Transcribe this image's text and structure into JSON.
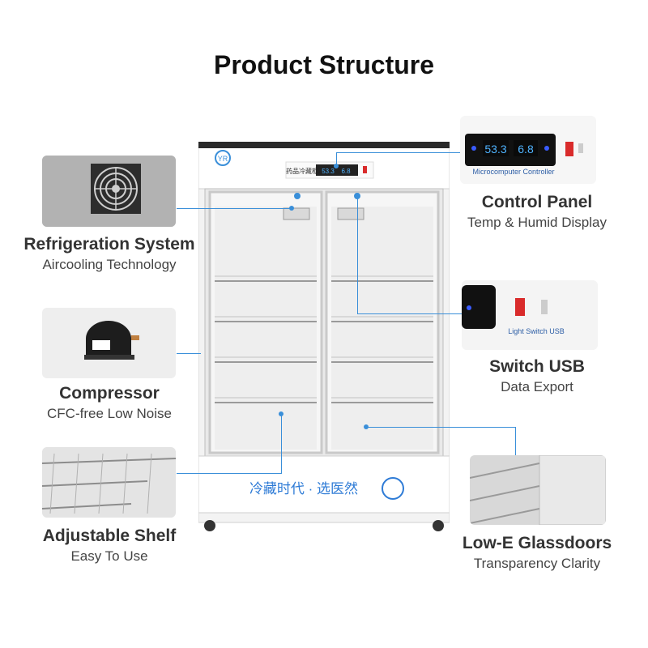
{
  "title": "Product Structure",
  "features": [
    {
      "title": "Refrigeration System",
      "subtitle": "Aircooling Technology"
    },
    {
      "title": "Compressor",
      "subtitle": "CFC-free Low Noise"
    },
    {
      "title": "Adjustable  Shelf",
      "subtitle": "Easy To Use"
    },
    {
      "title": "Control Panel",
      "subtitle": "Temp & Humid Display"
    },
    {
      "title": "Switch USB",
      "subtitle": "Data Export"
    },
    {
      "title": "Low-E Glassdoors",
      "subtitle": "Transparency Clarity"
    }
  ],
  "control_panel": {
    "temp": "53.3",
    "humid": "6.8",
    "caption": "Microcomputer Controller"
  },
  "switch_panel": {
    "caption": "Light Switch  USB"
  },
  "fridge": {
    "slogan": "冷藏时代 · 选医然",
    "label": "药品冷藏柜",
    "mini_temp": "53.3",
    "mini_humid": "6.8"
  },
  "colors": {
    "accent": "#3a8fd9",
    "display": "#4fb3ff",
    "slogan": "#2e7bd6"
  }
}
